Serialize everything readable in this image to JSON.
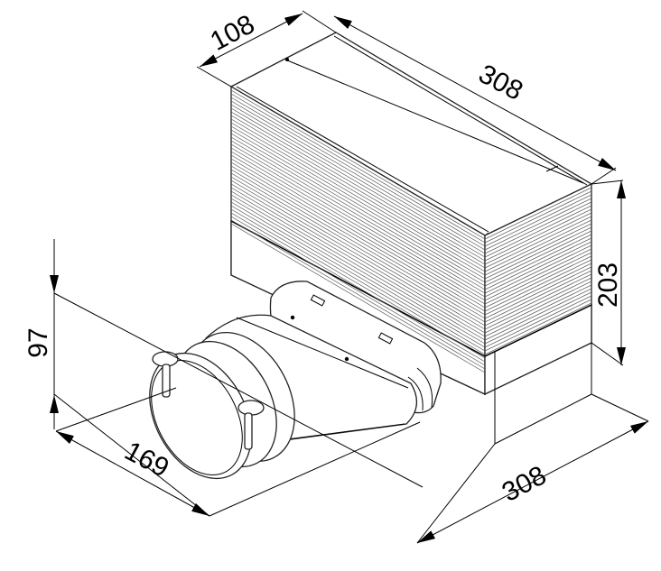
{
  "drawing": {
    "dimensions": {
      "depth": "108",
      "width_top": "308",
      "height": "203",
      "width_bottom": "308",
      "spigot_length": "169",
      "spigot_height": "97"
    },
    "colors": {
      "line": "#000000",
      "background": "#ffffff",
      "louver": "#555555"
    }
  }
}
